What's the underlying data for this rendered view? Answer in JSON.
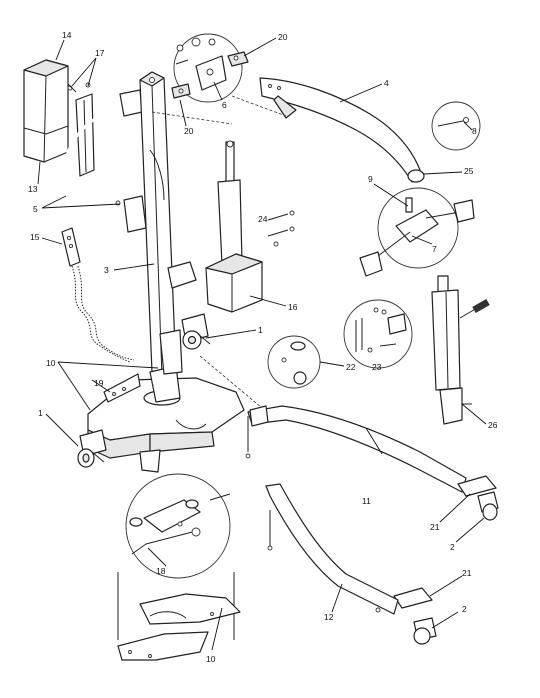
{
  "callouts": [
    {
      "id": "c1",
      "text": "14"
    },
    {
      "id": "c2",
      "text": "17"
    },
    {
      "id": "c3",
      "text": "13"
    },
    {
      "id": "c4",
      "text": "5"
    },
    {
      "id": "c5",
      "text": "15"
    },
    {
      "id": "c6",
      "text": "3"
    },
    {
      "id": "c7",
      "text": "20"
    },
    {
      "id": "c8",
      "text": "6"
    },
    {
      "id": "c9",
      "text": "20"
    },
    {
      "id": "c10",
      "text": "4"
    },
    {
      "id": "c11",
      "text": "8"
    },
    {
      "id": "c12",
      "text": "25"
    },
    {
      "id": "c13",
      "text": "9"
    },
    {
      "id": "c14",
      "text": "7"
    },
    {
      "id": "c15",
      "text": "24"
    },
    {
      "id": "c16",
      "text": "16"
    },
    {
      "id": "c17",
      "text": "1"
    },
    {
      "id": "c18",
      "text": "10"
    },
    {
      "id": "c19",
      "text": "19"
    },
    {
      "id": "c20",
      "text": "22"
    },
    {
      "id": "c21",
      "text": "23"
    },
    {
      "id": "c22",
      "text": "1"
    },
    {
      "id": "c23",
      "text": "26"
    },
    {
      "id": "c24",
      "text": "11"
    },
    {
      "id": "c25",
      "text": "21"
    },
    {
      "id": "c26",
      "text": "2"
    },
    {
      "id": "c27",
      "text": "18"
    },
    {
      "id": "c28",
      "text": "12"
    },
    {
      "id": "c29",
      "text": "21"
    },
    {
      "id": "c30",
      "text": "2"
    },
    {
      "id": "c31",
      "text": "10"
    }
  ]
}
